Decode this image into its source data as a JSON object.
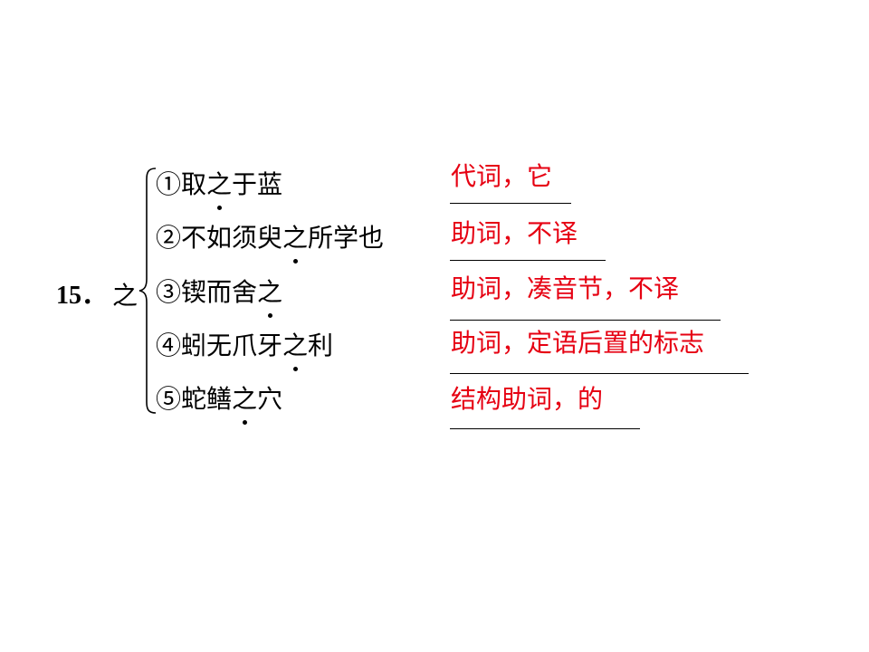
{
  "question": {
    "number": "15．",
    "character": "之"
  },
  "items": [
    {
      "label": "①取",
      "dot": "之",
      "rest": "于蓝"
    },
    {
      "label": "②不如须臾",
      "dot": "之",
      "rest": "所学也"
    },
    {
      "label": "③锲而舍",
      "dot": "之",
      "rest": ""
    },
    {
      "label": "④蚓无爪牙",
      "dot": "之",
      "rest": "利"
    },
    {
      "label": "⑤蛇鳝",
      "dot": "之",
      "rest": "穴"
    }
  ],
  "answers": [
    "代词，它",
    "助词，不译",
    "助词，凑音节，不译",
    "助词，定语后置的标志",
    "结构助词，的"
  ],
  "colors": {
    "answer_text": "#e60012",
    "text": "#000000"
  }
}
